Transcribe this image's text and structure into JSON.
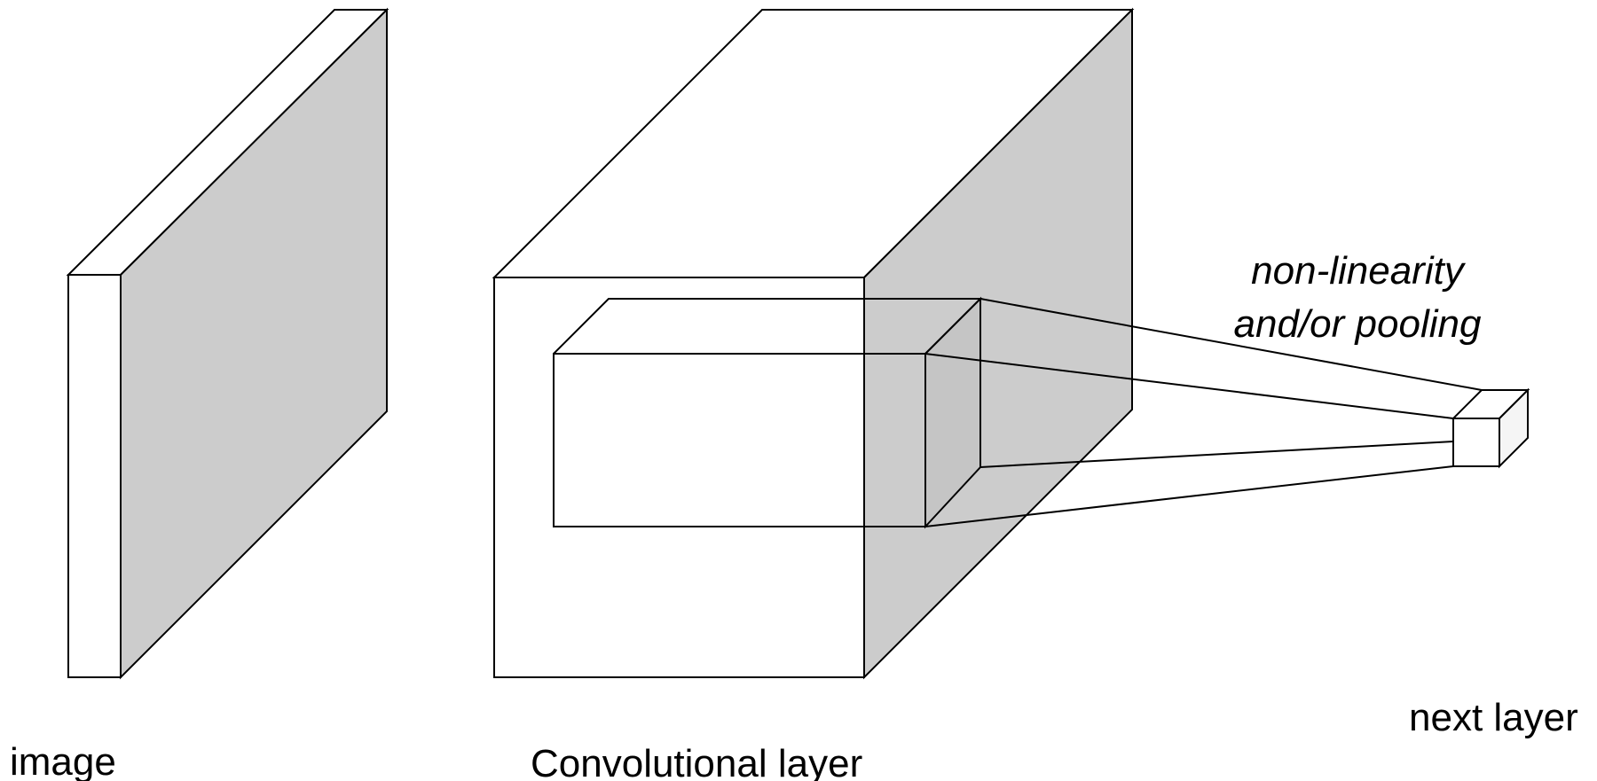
{
  "labels": {
    "image": "image",
    "conv_layer": "Convolutional layer",
    "operation_line1": "non-linearity",
    "operation_line2": "and/or pooling",
    "next_layer": "next layer"
  },
  "colors": {
    "front_face": "#ffffff",
    "side_face": "#cccccc",
    "outline": "#000000",
    "small_side_face": "#f5f5f5"
  }
}
